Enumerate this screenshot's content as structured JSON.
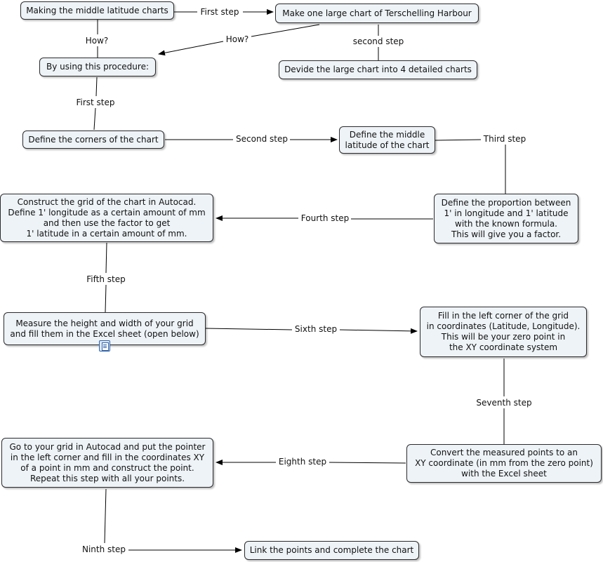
{
  "nodes": {
    "making_charts": "Making the middle latitude charts",
    "large_chart": "Make one large chart of Terschelling Harbour",
    "procedure": "By using this procedure:",
    "devide": "Devide the large chart into 4 detailed charts",
    "corners": "Define the corners of the chart",
    "middle_latitude": "Define the middle\nlatitude of the chart",
    "grid": "Construct the grid of the chart in Autocad.\nDefine 1' longitude as a certain amount of mm\nand then use the factor to get\n1' latitude in a certain amount of mm.",
    "proportion": "Define the proportion between\n1' in longitude and 1' latitude\nwith the known formula.\nThis will give you a factor.",
    "measure": "Measure the height and width of your grid\nand fill them in the Excel sheet (open below)",
    "fill_corner": "Fill in the left corner of the grid\nin coordinates (Latitude, Longitude).\nThis will be your zero point in\nthe XY coordinate system",
    "autocad_points": "Go to your grid in Autocad and put the pointer\nin the left corner and fill in the coordinates XY\nof a point in mm and construct the point.\nRepeat this step with all your points.",
    "convert": "Convert the measured points to an\nXY coordinate (in mm from the zero point)\nwith the Excel sheet",
    "link": "Link the points and complete the chart"
  },
  "labels": {
    "first_step_top": "First step",
    "how_left": "How?",
    "how_mid": "How?",
    "second_step_top": "second step",
    "first_step": "First step",
    "second_step": "Second step",
    "third_step": "Third step",
    "fourth_step": "Fourth step",
    "fifth_step": "Fifth step",
    "sixth_step": "Sixth step",
    "seventh_step": "Seventh step",
    "eighth_step": "Eighth step",
    "ninth_step": "Ninth step"
  },
  "icons": {
    "attachment": "excel-sheet-document-icon"
  },
  "colors": {
    "node_fill": "#eef3f7",
    "node_border": "#2b2b2b",
    "line": "#000000",
    "icon": "#2f63a8"
  }
}
